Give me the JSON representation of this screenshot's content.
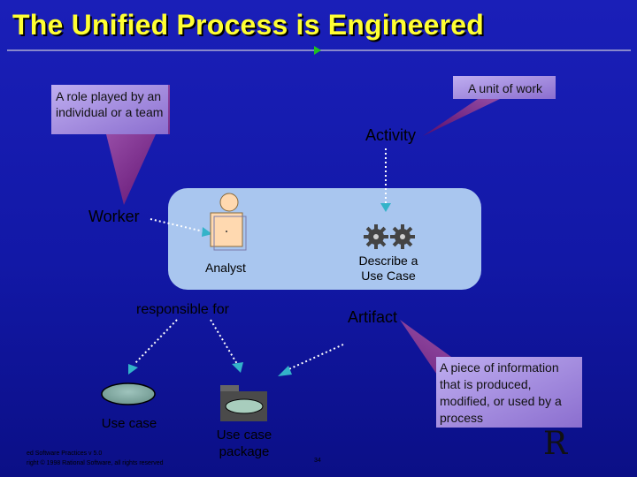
{
  "title": "The Unified Process is Engineered",
  "callouts": {
    "role": "A role played by an individual or a team",
    "unit_of_work": "A unit of work",
    "piece_of_information": "A piece of information that is produced, modified, or used by a process"
  },
  "labels": {
    "activity": "Activity",
    "worker": "Worker",
    "analyst": "Analyst",
    "describe_use_case": "Describe a Use Case",
    "responsible_for": "responsible for",
    "artifact": "Artifact",
    "use_case": "Use case",
    "use_case_package": "Use case package"
  },
  "footer": {
    "line1": "ed Software Practices v 5.0",
    "line2": "right © 1998 Rational Software, all rights reserved",
    "page_number": "34"
  },
  "logo": "R",
  "colors": {
    "title": "#ffff33",
    "panel": "#a9c6ef",
    "callout_fill": "#7a1a86",
    "callout_box": "#a28fd8",
    "arrow_dotted": "#ffffff",
    "arrow_head": "#33b3c9"
  },
  "icons": [
    "worker-figure-icon",
    "gears-icon",
    "use-case-ellipse-icon",
    "folder-icon",
    "chevron-right-icon"
  ]
}
